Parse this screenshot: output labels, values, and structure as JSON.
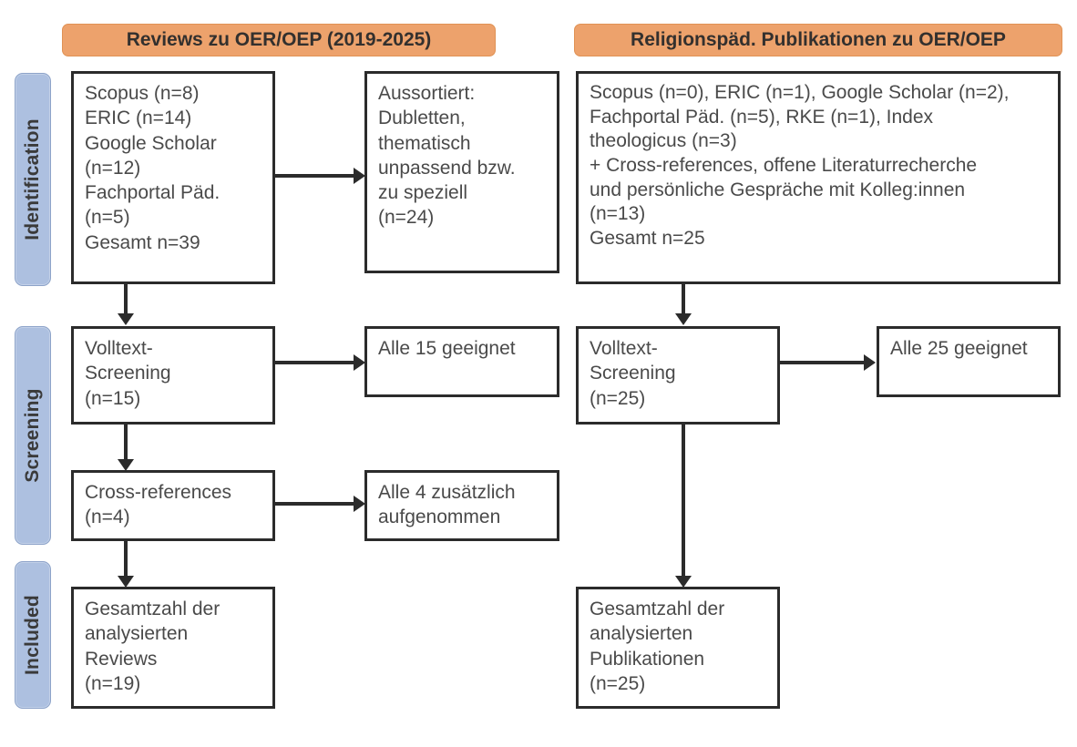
{
  "figure": {
    "type": "prisma-flow-diagram",
    "language": "de",
    "accent_orange": "#eda26c",
    "accent_blue": "#adc0e0",
    "box_border": "#2b2b2b"
  },
  "phases": [
    {
      "id": "identification",
      "label": "Identification"
    },
    {
      "id": "screening",
      "label": "Screening"
    },
    {
      "id": "included",
      "label": "Included"
    }
  ],
  "columns": [
    {
      "id": "left",
      "header": "Reviews zu OER/OEP (2019-2025)"
    },
    {
      "id": "right",
      "header": "Religionspäd. Publikationen zu OER/OEP"
    }
  ],
  "boxes": {
    "left_identification": "Scopus (n=8)\nERIC (n=14)\nGoogle Scholar\n(n=12)\nFachportal Päd.\n(n=5)\nGesamt n=39",
    "left_excluded": "Aussortiert:\nDubletten,\nthematisch\nunpassend bzw.\nzu speziell\n(n=24)",
    "right_identification": "Scopus (n=0), ERIC (n=1), Google Scholar (n=2),\nFachportal Päd. (n=5), RKE (n=1), Index\ntheologicus (n=3)\n+ Cross-references, offene Literaturrecherche\nund persönliche Gespräche mit Kolleg:innen\n(n=13)\nGesamt n=25",
    "left_screening": "Volltext-\nScreening\n(n=15)",
    "left_screening_result": "Alle 15 geeignet",
    "right_screening": "Volltext-\nScreening\n(n=25)",
    "right_screening_result": "Alle 25 geeignet",
    "left_crossrefs": "Cross-references\n(n=4)",
    "left_crossrefs_result": "Alle 4 zusätzlich\naufgenommen",
    "left_included": "Gesamtzahl der\nanalysierten\nReviews\n(n=19)",
    "right_included": "Gesamtzahl der\nanalysierten\nPublikationen\n(n=25)"
  }
}
